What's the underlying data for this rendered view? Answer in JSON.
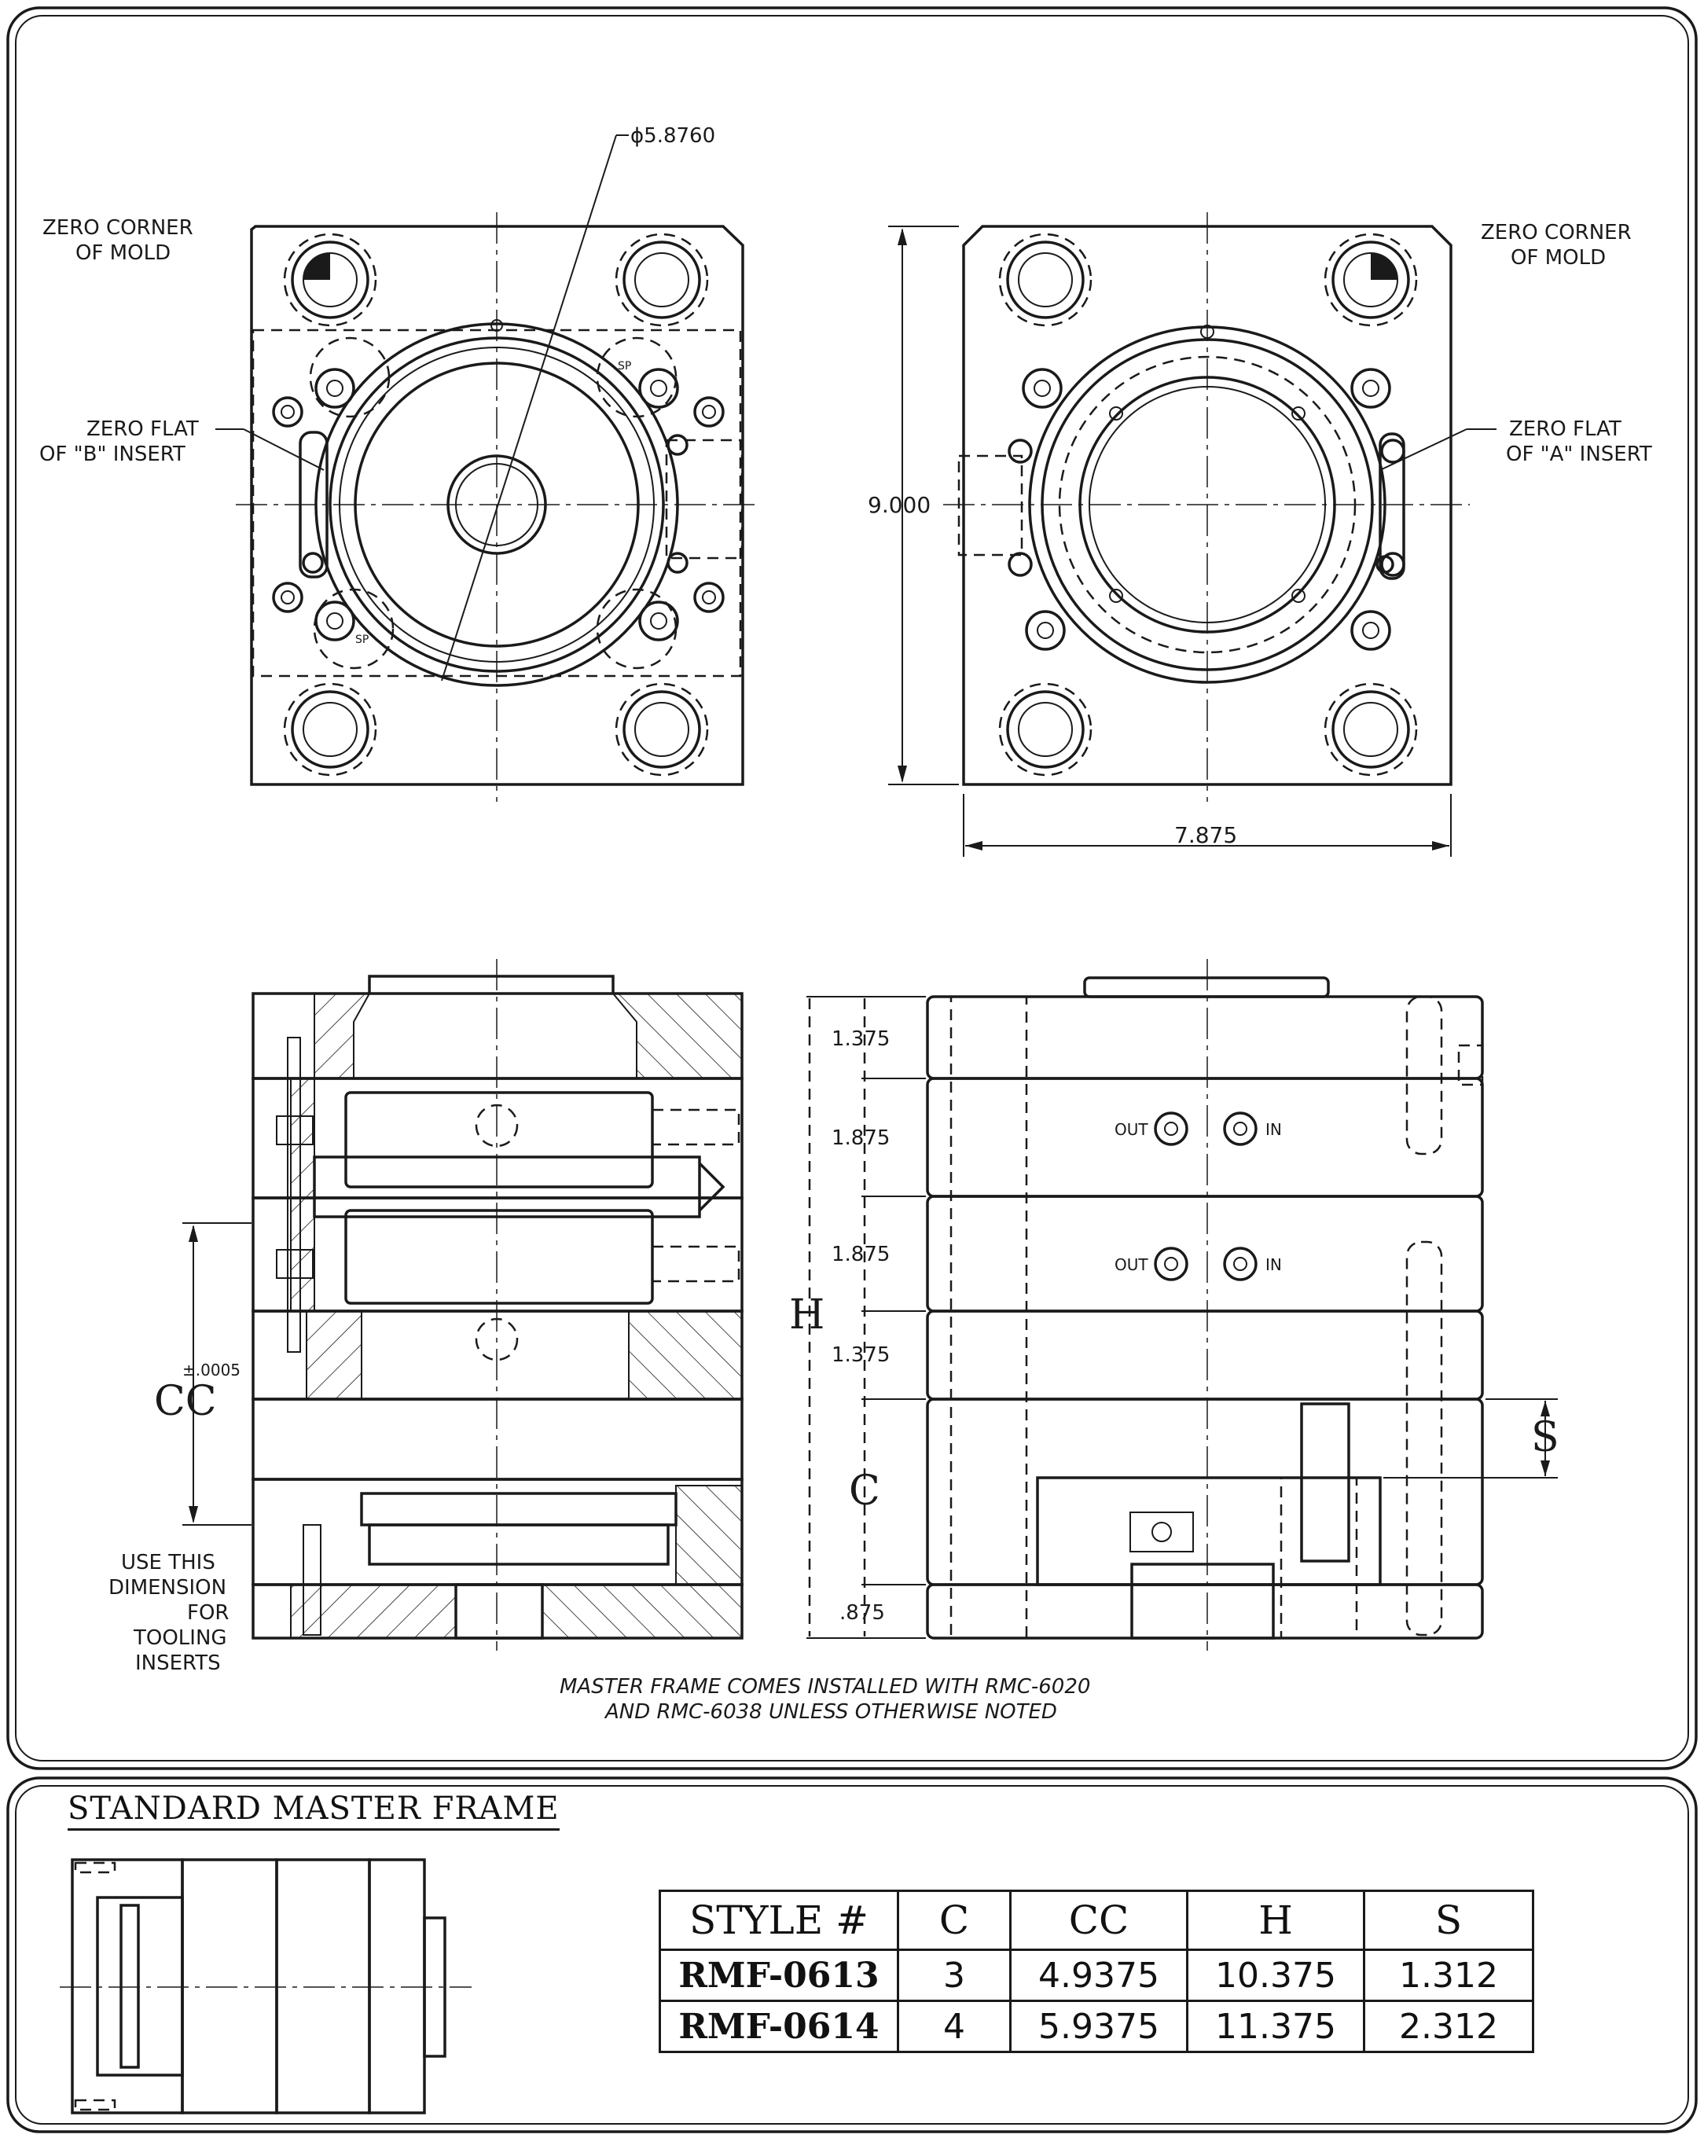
{
  "views": {
    "top_left": {
      "diameter": "ϕ5.8760",
      "zero_corner": [
        "ZERO CORNER",
        "OF MOLD"
      ],
      "zero_flat": [
        "ZERO FLAT",
        "OF \"B\" INSERT"
      ],
      "sp_labels": [
        "SP",
        "SP"
      ]
    },
    "top_right": {
      "zero_corner": [
        "ZERO CORNER",
        "OF MOLD"
      ],
      "zero_flat": [
        "ZERO FLAT",
        "OF \"A\" INSERT"
      ],
      "height_dim": "9.000",
      "width_dim": "7.875"
    },
    "section_left": {
      "tolerance": "±.0005",
      "cc_label": "CC",
      "note": [
        "USE THIS",
        "DIMENSION",
        "FOR",
        "TOOLING",
        "INSERTS"
      ]
    },
    "section_right": {
      "dims": [
        "1.375",
        "1.875",
        "1.875",
        "1.375",
        ".875"
      ],
      "h_label": "H",
      "c_label": "C",
      "s_label": "S",
      "ports": [
        {
          "out": "OUT",
          "in": "IN"
        },
        {
          "out": "OUT",
          "in": "IN"
        }
      ]
    }
  },
  "note": [
    "MASTER FRAME COMES INSTALLED WITH RMC-6020",
    "AND RMC-6038 UNLESS OTHERWISE NOTED"
  ],
  "standard_frame": {
    "title": "STANDARD MASTER FRAME"
  },
  "table": {
    "headers": [
      "STYLE #",
      "C",
      "CC",
      "H",
      "S"
    ],
    "rows": [
      [
        "RMF-0613",
        "3",
        "4.9375",
        "10.375",
        "1.312"
      ],
      [
        "RMF-0614",
        "4",
        "5.9375",
        "11.375",
        "2.312"
      ]
    ]
  }
}
